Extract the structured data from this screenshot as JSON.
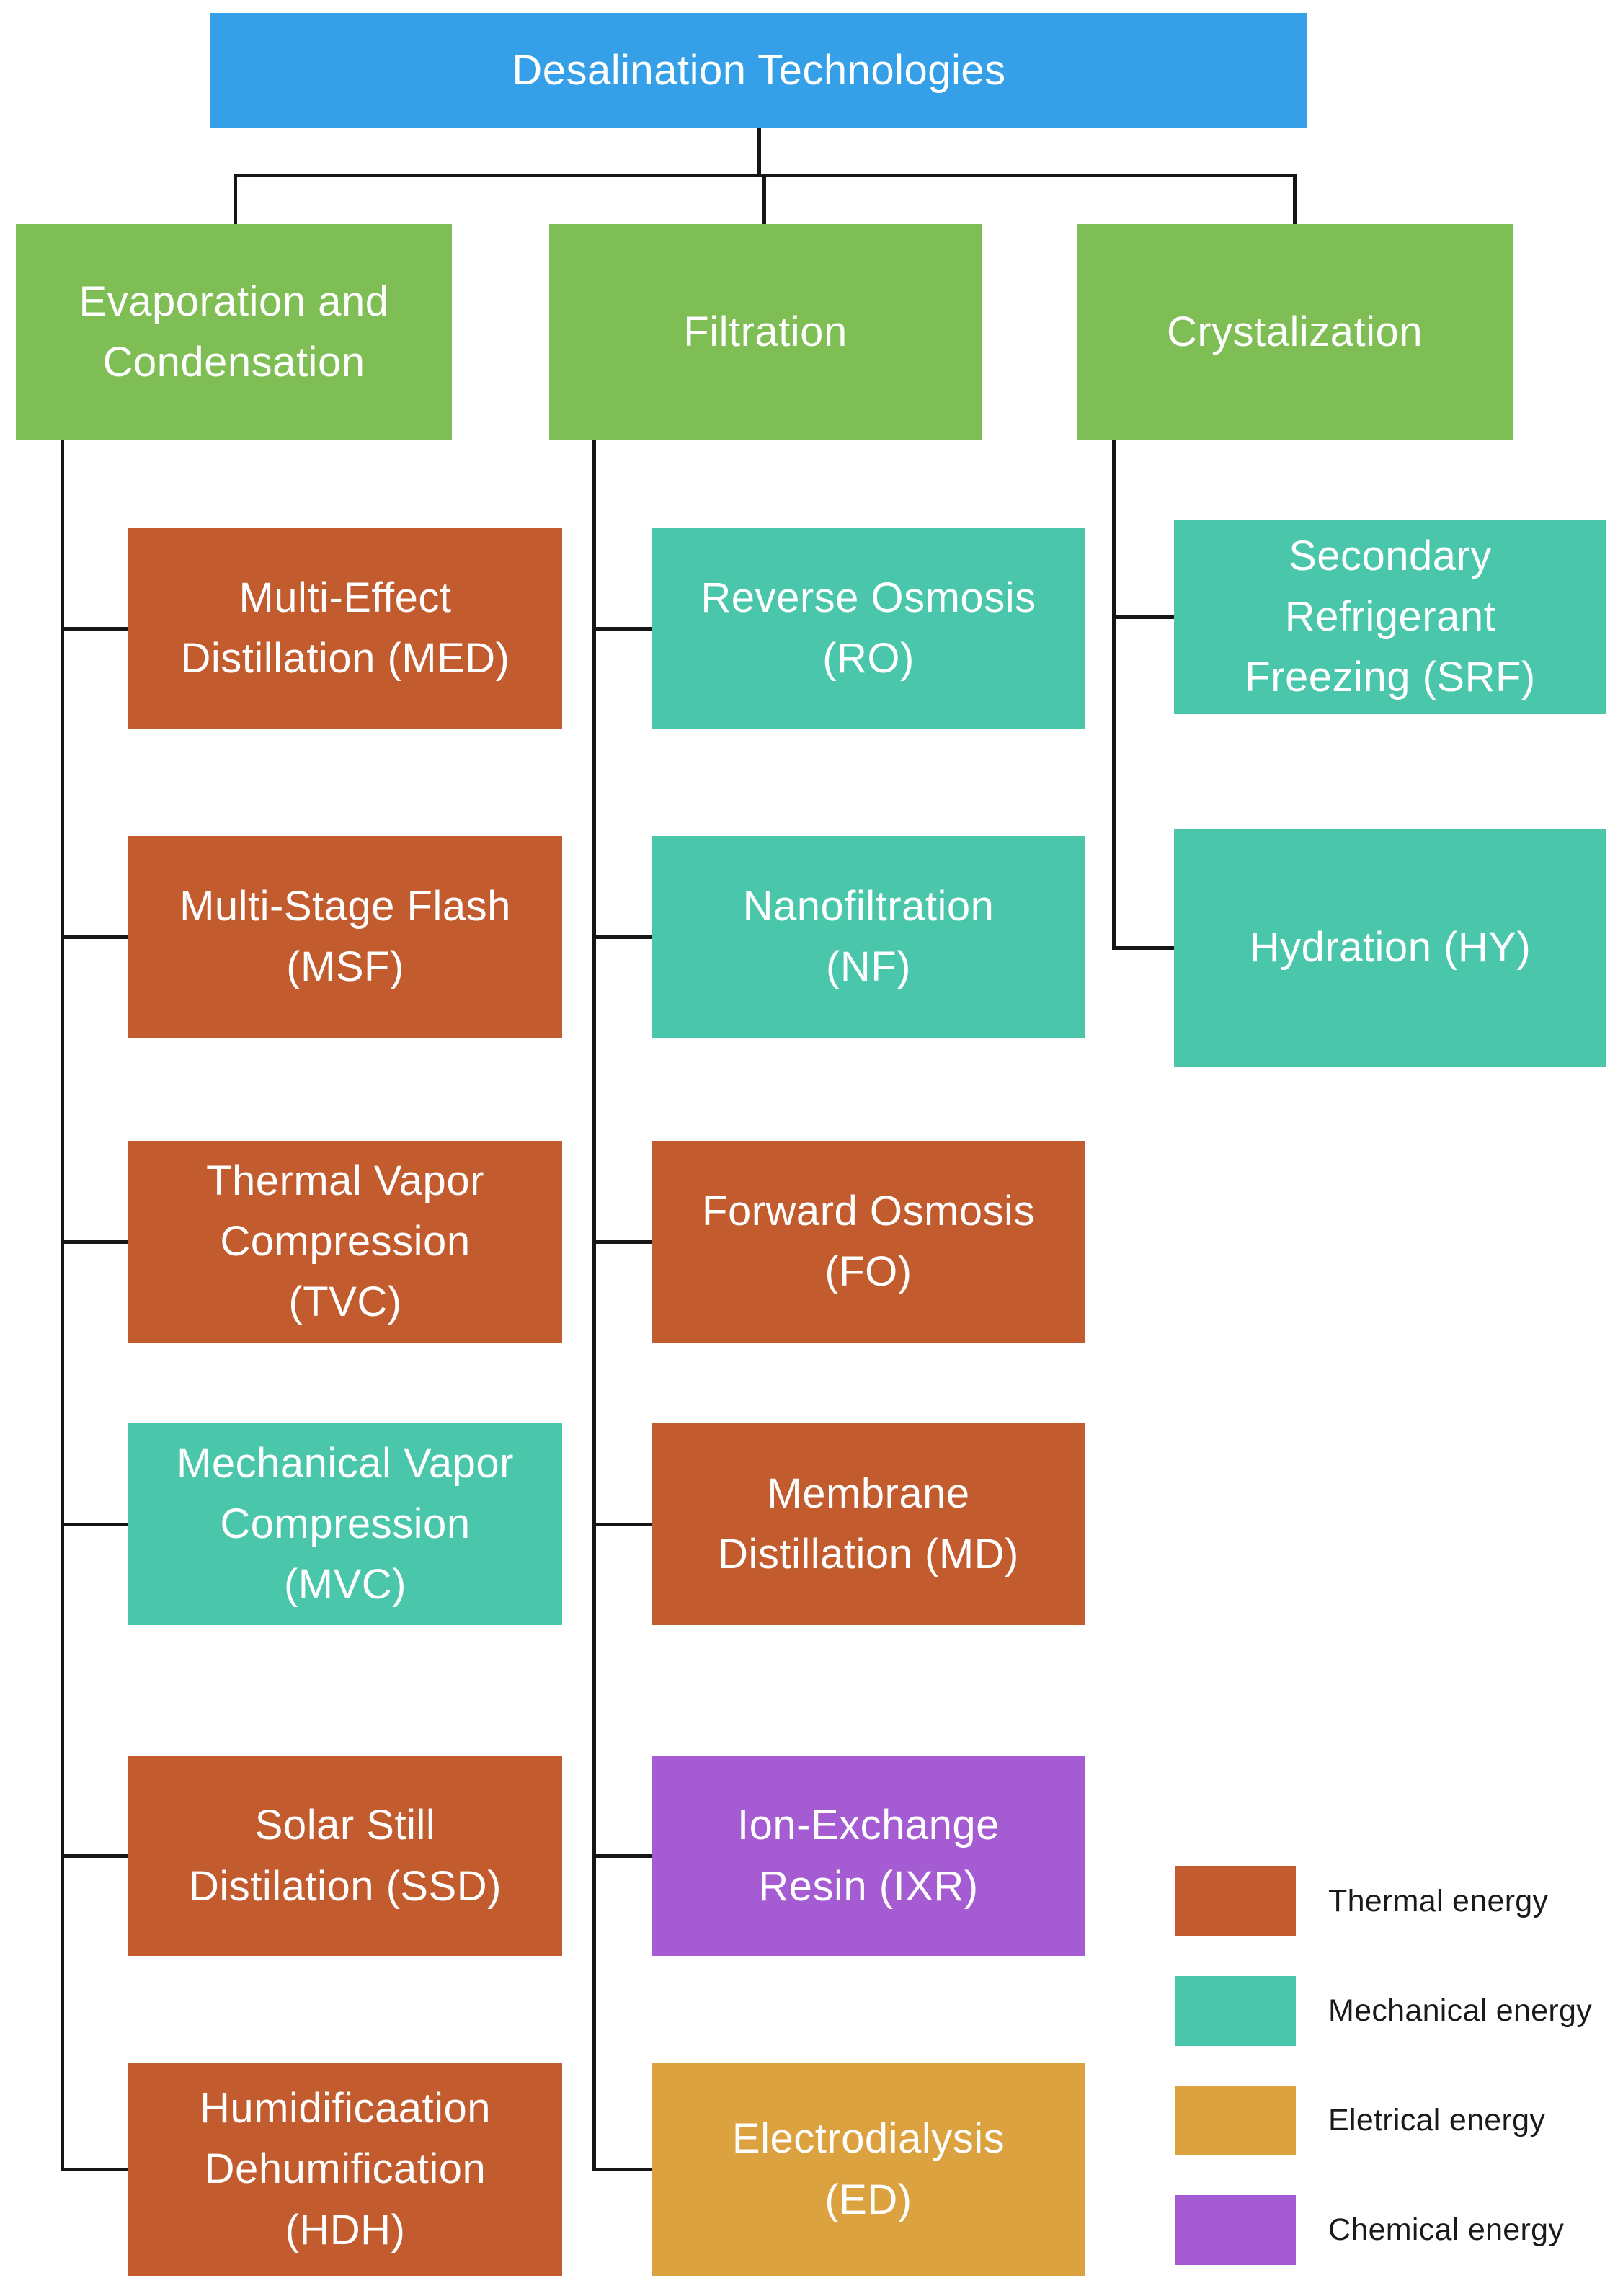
{
  "title": {
    "label": "Desalination Technologies"
  },
  "categories": {
    "evaporation": {
      "label": "Evaporation and\nCondensation"
    },
    "filtration": {
      "label": "Filtration"
    },
    "crystalization": {
      "label": "Crystalization"
    }
  },
  "nodes": {
    "med": {
      "label": "Multi-Effect\nDistillation (MED)",
      "energy": "thermal"
    },
    "msf": {
      "label": "Multi-Stage Flash\n(MSF)",
      "energy": "thermal"
    },
    "tvc": {
      "label": "Thermal Vapor\nCompression\n(TVC)",
      "energy": "thermal"
    },
    "mvc": {
      "label": "Mechanical Vapor\nCompression\n(MVC)",
      "energy": "mechanical"
    },
    "ssd": {
      "label": "Solar Still\nDistilation (SSD)",
      "energy": "thermal"
    },
    "hdh": {
      "label": "Humidificaation\nDehumification\n(HDH)",
      "energy": "thermal"
    },
    "ro": {
      "label": "Reverse Osmosis\n(RO)",
      "energy": "mechanical"
    },
    "nf": {
      "label": "Nanofiltration\n(NF)",
      "energy": "mechanical"
    },
    "fo": {
      "label": "Forward Osmosis\n(FO)",
      "energy": "thermal"
    },
    "md": {
      "label": "Membrane\nDistillation (MD)",
      "energy": "thermal"
    },
    "ixr": {
      "label": "Ion-Exchange\nResin (IXR)",
      "energy": "chemical"
    },
    "ed": {
      "label": "Electrodialysis\n(ED)",
      "energy": "electrical"
    },
    "srf": {
      "label": "Secondary\nRefrigerant\nFreezing (SRF)",
      "energy": "mechanical"
    },
    "hy": {
      "label": "Hydration (HY)",
      "energy": "mechanical"
    }
  },
  "legend": {
    "items": [
      {
        "label": "Thermal energy",
        "color": "#C25B2E",
        "key": "thermal"
      },
      {
        "label": "Mechanical energy",
        "color": "#4AC7AB",
        "key": "mechanical"
      },
      {
        "label": "Eletrical energy",
        "color": "#DBA23F",
        "key": "electrical"
      },
      {
        "label": "Chemical energy",
        "color": "#A55BD1",
        "key": "chemical"
      }
    ]
  },
  "colors": {
    "title_blue": "#35A0E8",
    "category_green": "#7FBE55",
    "thermal": "#C25B2E",
    "mechanical": "#4AC7AB",
    "electrical": "#DBA23F",
    "chemical": "#A55BD1",
    "connector": "#161616",
    "background": "#FFFFFF",
    "box_text": "#FFFFFF",
    "legend_text": "#1A1A1A"
  }
}
